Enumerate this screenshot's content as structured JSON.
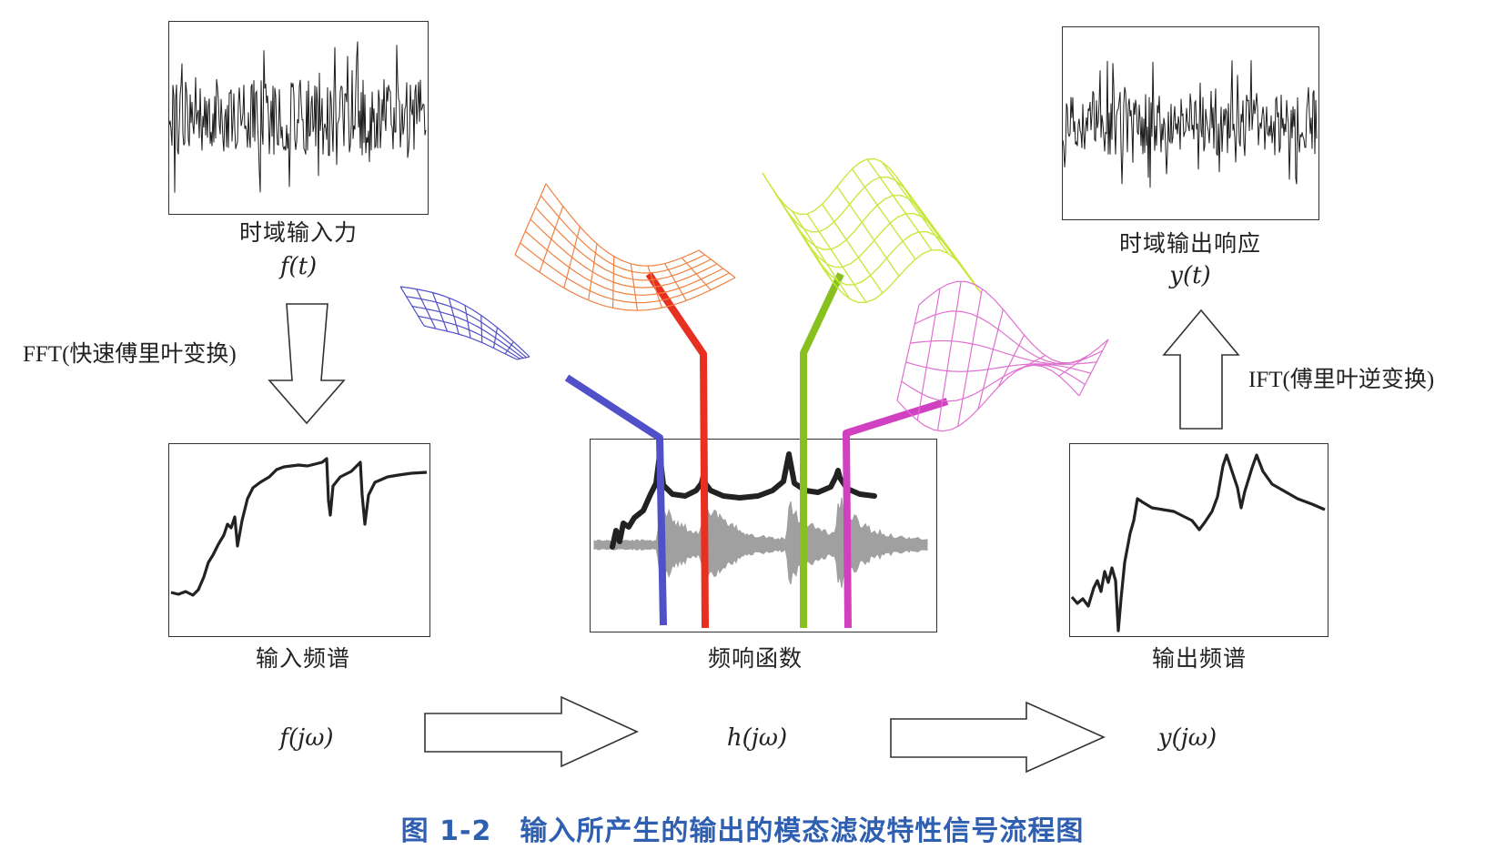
{
  "caption": "图 1-2　输入所产生的输出的模态滤波特性信号流程图",
  "blocks": {
    "time_input": {
      "label": "时域输入力",
      "symbol": "f(t)"
    },
    "input_spectrum": {
      "label": "输入频谱",
      "symbol": "f(jω)"
    },
    "frf": {
      "label": "频响函数",
      "symbol": "h(jω)"
    },
    "output_spectrum": {
      "label": "输出频谱",
      "symbol": "y(jω)"
    },
    "time_output": {
      "label": "时域输出响应",
      "symbol": "y(t)"
    }
  },
  "transforms": {
    "fft": "FFT(快速傅里叶变换)",
    "ifft": "IFT(傅里叶逆变换)"
  },
  "colors": {
    "caption": "#2f5fb0",
    "mode1": "#5050c8",
    "mode2": "#e83020",
    "mode3": "#88c020",
    "mode4": "#d040c0",
    "mode2_mesh": "#f08040",
    "mode3_mesh": "#c8e840",
    "mode4_mesh": "#e070d0",
    "spectrum": "#222222",
    "response_grey": "#a0a0a0"
  }
}
